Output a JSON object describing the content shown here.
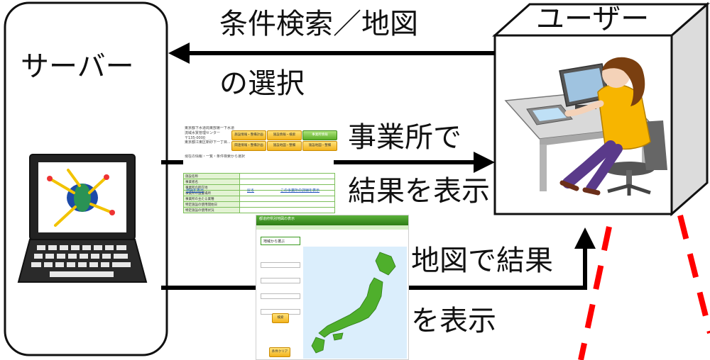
{
  "server": {
    "label": "サーバー"
  },
  "user": {
    "label": "ユーザー"
  },
  "flows": {
    "search": {
      "line1": "条件検索／地図",
      "line2": "の選択"
    },
    "office": {
      "line1": "事業所で",
      "line2": "結果を表示"
    },
    "map": {
      "line1": "地図で結果",
      "line2": "を表示"
    }
  },
  "office_result_screen": {
    "header_lines": [
      "東京都下水道局東部第一下水道事務所",
      "流域水質管理センター",
      "〒135-0000",
      "東京都江東区新砂下一丁目..."
    ],
    "buttons": [
      "施設情報・整備計画",
      "施設情報・検索",
      "事業所情報",
      "関連情報・整備計画",
      "施設地図・整備",
      "施設地図・整備"
    ],
    "breadcrumb": "現在の情報・一覧・条件検索から選択",
    "rows": [
      "施設名称",
      "事業者名",
      "事業所の所在地",
      "事業所の設置場所",
      "事業所の主たる業種",
      "特定施設の使用開始日",
      "特定施設の使用状況"
    ],
    "link_left": "地図を表示",
    "link_mid": "戻る",
    "link_right": "この事業所の詳細を表示"
  },
  "map_result_screen": {
    "title": "都道府県別地図の表示",
    "section": "地域から選ぶ",
    "button": "検索",
    "bottom_button": "条件クリア"
  },
  "colors": {
    "arrow": "#000000",
    "dashed_line": "#ff0000",
    "accent_yellow": "#f7b500",
    "accent_green": "#3a9a1f",
    "cube_side": "#dcdcdc"
  }
}
